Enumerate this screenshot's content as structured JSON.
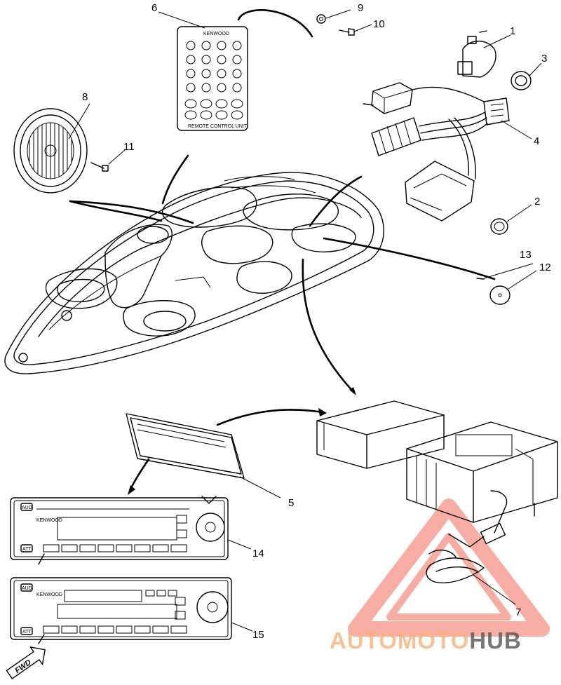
{
  "callouts": {
    "c1": "1",
    "c2": "2",
    "c3": "3",
    "c4": "4",
    "c5": "5",
    "c6": "6",
    "c7": "7",
    "c8": "8",
    "c9": "9",
    "c10": "10",
    "c11": "11",
    "c12": "12",
    "c13": "13",
    "c14": "14",
    "c15": "15"
  },
  "remote": {
    "brand": "KENWOOD",
    "footer": "REMOTE CONTROL UNIT"
  },
  "stereo14": {
    "brand": "KENWOOD",
    "btn_top": "AUD",
    "btn_bottom": "ATT"
  },
  "stereo15": {
    "brand": "KENWOOD",
    "btn_top": "AUD",
    "btn_bottom": "ATT"
  },
  "direction_marker": "FWD",
  "watermark": {
    "part1": "AUTO",
    "part2": "MOTO",
    "part3": "HUB",
    "color_light": "#f7b27a",
    "color_dark": "#555555",
    "triangle_color": "#f26b5b"
  }
}
